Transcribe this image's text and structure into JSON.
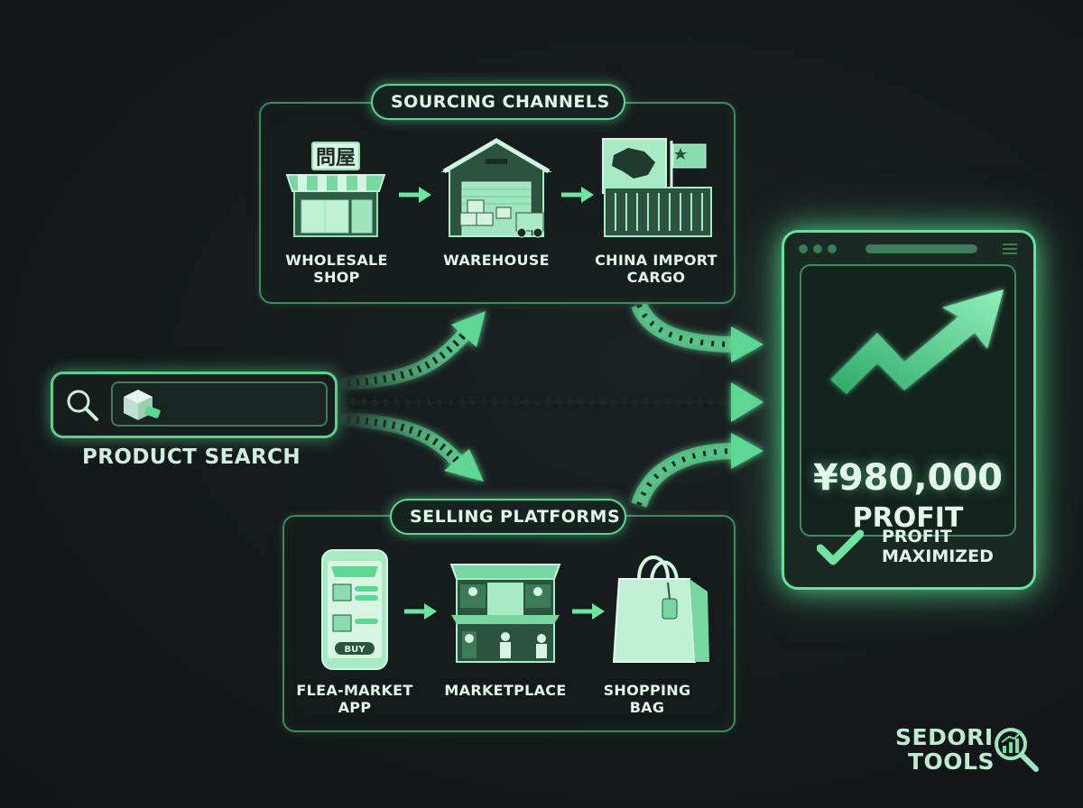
{
  "sourcing": {
    "title": "SOURCING CHANNELS",
    "items": [
      {
        "line1": "WHOLESALE",
        "line2": "SHOP",
        "sign": "問屋",
        "icon": "wholesale-shop-icon"
      },
      {
        "line1": "WAREHOUSE",
        "line2": "",
        "icon": "warehouse-icon"
      },
      {
        "line1": "CHINA IMPORT",
        "line2": "CARGO",
        "icon": "cargo-container-icon"
      }
    ]
  },
  "selling": {
    "title": "SELLING PLATFORMS",
    "items": [
      {
        "line1": "FLEA-MARKET",
        "line2": "APP",
        "button": "BUY",
        "icon": "phone-app-icon"
      },
      {
        "line1": "MARKETPLACE",
        "line2": "",
        "icon": "marketplace-icon"
      },
      {
        "line1": "SHOPPING",
        "line2": "BAG",
        "icon": "shopping-bag-icon"
      }
    ]
  },
  "search": {
    "label": "PRODUCT SEARCH",
    "icons": [
      "search-icon",
      "package-icon"
    ]
  },
  "result": {
    "amount": "¥980,000",
    "amount_label": "PROFIT",
    "status_line1": "PROFIT",
    "status_line2": "MAXIMIZED",
    "icons": [
      "trend-up-arrow-icon",
      "checkmark-icon"
    ]
  },
  "brand": {
    "line1": "SEDORI",
    "line2": "TOOLS",
    "icon": "magnifier-chart-logo"
  },
  "colors": {
    "accent": "#5fd694",
    "background": "#15191b",
    "panel_border": "#3f8a62",
    "text": "#e1f4e8"
  }
}
